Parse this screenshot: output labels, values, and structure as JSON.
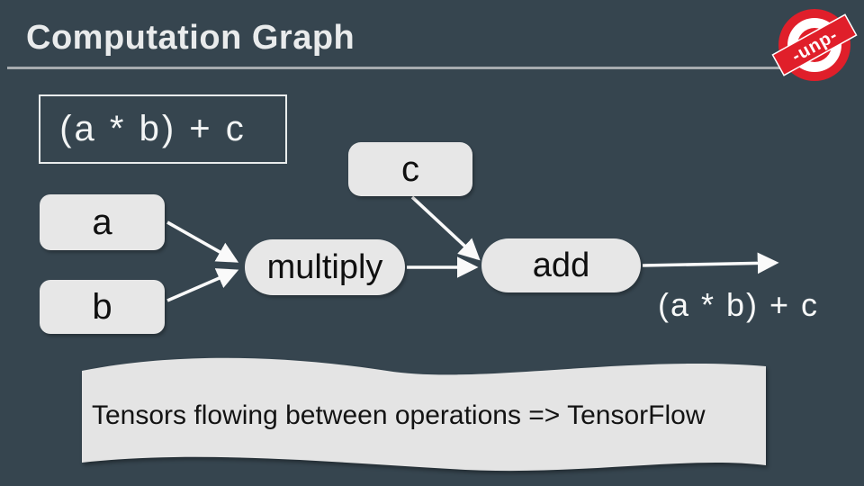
{
  "header": {
    "title": "Computation Graph",
    "logo_text": "-unp-"
  },
  "diagram": {
    "expression_box": "(a * b) + c",
    "nodes": {
      "a": "a",
      "b": "b",
      "c": "c",
      "multiply": "multiply",
      "add": "add"
    },
    "edges": [
      "a -> multiply",
      "b -> multiply",
      "multiply -> add",
      "c -> add",
      "add -> output"
    ],
    "output_label": "(a * b) + c"
  },
  "banner": {
    "text": "Tensors flowing between operations => TensorFlow"
  },
  "colors": {
    "background": "#36454f",
    "node_fill": "#e7e7e7",
    "banner_fill": "#e4e4e4",
    "accent_red": "#e01f2a",
    "text_light": "#e9ebec",
    "text_dark": "#101010",
    "arrow": "#fafafa"
  }
}
